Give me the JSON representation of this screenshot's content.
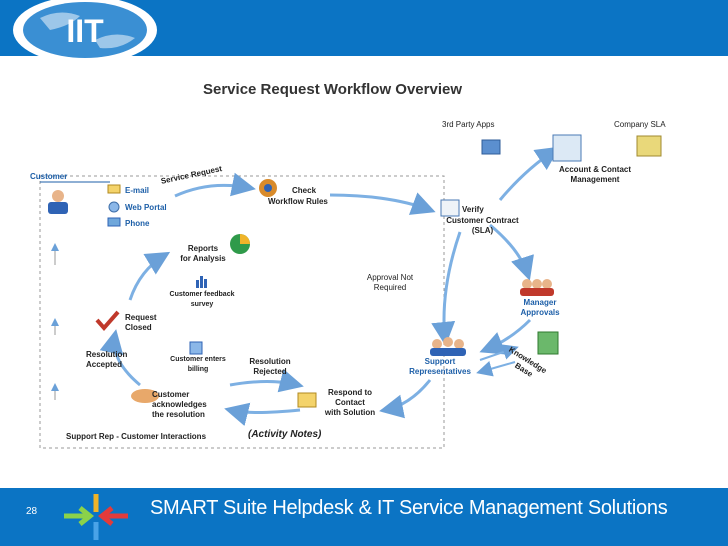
{
  "header": {
    "logo_text": "IIT"
  },
  "diagram": {
    "title": "Service Request Workflow Overview",
    "nodes": {
      "customer": "Customer",
      "email": "E-mail",
      "web_portal": "Web Portal",
      "phone": "Phone",
      "service_request": "Service Request",
      "check_workflow": [
        "Check",
        "Workflow Rules"
      ],
      "third_party": "3rd Party Apps",
      "company_sla": "Company SLA",
      "account_contact": [
        "Account & Contact",
        "Management"
      ],
      "verify": [
        "Verify",
        "Customer Contract",
        "(SLA)"
      ],
      "approval_not_required": [
        "Approval Not",
        "Required"
      ],
      "manager_approvals": [
        "Manager",
        "Approvals"
      ],
      "knowledge_base": [
        "Knowledge",
        "Base"
      ],
      "support_reps": [
        "Support",
        "Representatives"
      ],
      "respond": [
        "Respond to",
        "Contact",
        "with Solution"
      ],
      "resolution_rejected": [
        "Resolution",
        "Rejected"
      ],
      "customer_acknowledges": [
        "Customer",
        "acknowledges",
        "the resolution"
      ],
      "customer_enters_billing": [
        "Customer enters",
        "billing"
      ],
      "resolution_accepted": [
        "Resolution",
        "Accepted"
      ],
      "request_closed": [
        "Request",
        "Closed"
      ],
      "customer_feedback": [
        "Customer feedback",
        "survey"
      ],
      "reports": [
        "Reports",
        "for Analysis"
      ],
      "support_rep_interactions": "Support Rep - Customer Interactions",
      "activity_notes": "(Activity Notes)"
    }
  },
  "footer": {
    "slide_number": "28",
    "title": "SMART Suite Helpdesk & IT Service Management Solutions"
  }
}
